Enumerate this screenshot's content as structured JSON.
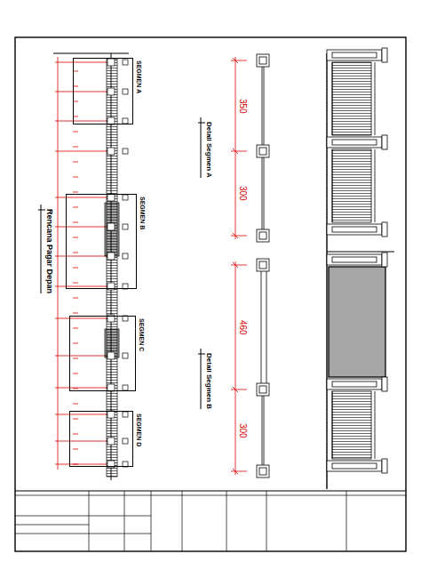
{
  "diagram": {
    "nodes": [
      {
        "text": [
          "SEGMEN A"
        ]
      },
      {
        "text": [
          "SEGMEN B"
        ]
      },
      {
        "text": [
          "SEGMEN C"
        ]
      },
      {
        "text": [
          "SEGMEN D"
        ]
      }
    ],
    "labels": [
      "Rencana Pagar Depan",
      "Detail Segmen A",
      "Detail Segmen B",
      "350",
      "300",
      "460",
      "300"
    ]
  }
}
